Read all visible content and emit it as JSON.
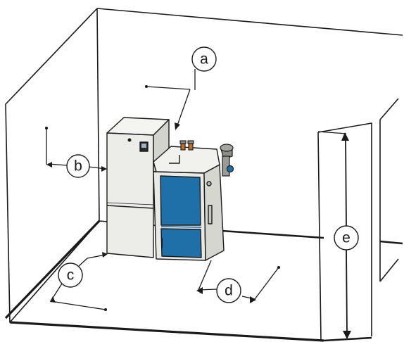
{
  "callouts": {
    "a": "a",
    "b": "b",
    "c": "c",
    "d": "d",
    "e": "e"
  },
  "colors": {
    "outline": "#1a1a1a",
    "cabinet": "#e9e9e5",
    "cabinet_shade": "#d3d3ce",
    "panel_blue": "#1f6fa8",
    "panel_blue_dark": "#155a8c",
    "floor_edge": "#3a3a3a"
  },
  "icons": {
    "hopper_controller": "display-panel-icon",
    "pipe_connectors": "pipe-connector-icon",
    "flue": "flue-outlet-icon"
  }
}
